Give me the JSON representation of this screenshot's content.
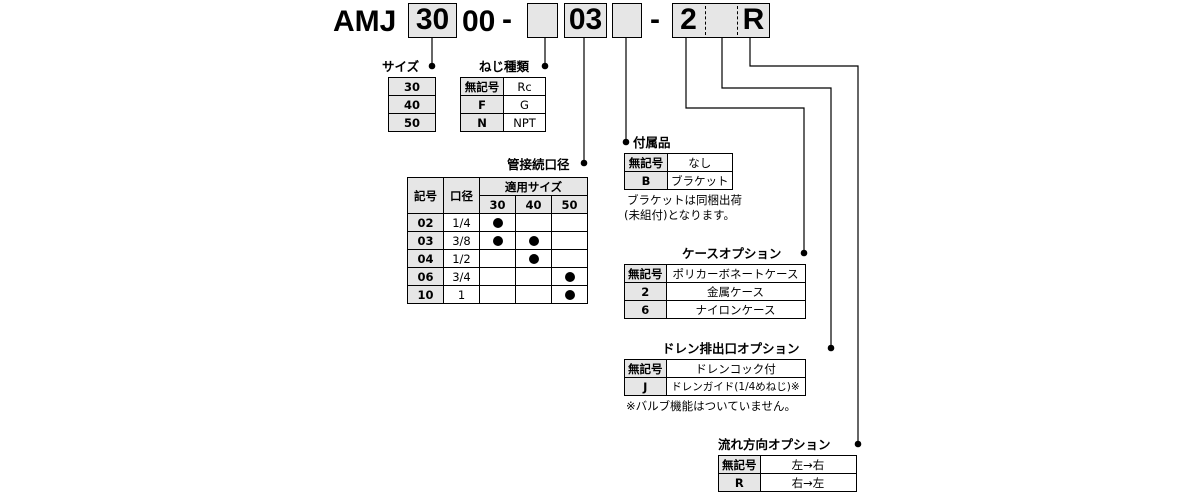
{
  "code": {
    "prefix": "AMJ",
    "size": "30",
    "fixed": "00",
    "dash1": "-",
    "thread": "",
    "port": "03",
    "accessory": "",
    "dash2": "-",
    "case": "2",
    "drain": "",
    "flow": "R"
  },
  "size_option": {
    "label": "サイズ",
    "rows": [
      "30",
      "40",
      "50"
    ]
  },
  "thread_type": {
    "label": "ねじ種類",
    "rows": [
      {
        "symbol": "無記号",
        "value": "Rc"
      },
      {
        "symbol": "F",
        "value": "G"
      },
      {
        "symbol": "N",
        "value": "NPT"
      }
    ]
  },
  "port_size": {
    "label": "管接続口径",
    "headers": {
      "symbol": "記号",
      "port": "口径",
      "applicable": "適用サイズ"
    },
    "sizes": [
      "30",
      "40",
      "50"
    ],
    "rows": [
      {
        "symbol": "02",
        "port": "1/4",
        "marks": [
          true,
          false,
          false
        ]
      },
      {
        "symbol": "03",
        "port": "3/8",
        "marks": [
          true,
          true,
          false
        ]
      },
      {
        "symbol": "04",
        "port": "1/2",
        "marks": [
          false,
          true,
          false
        ]
      },
      {
        "symbol": "06",
        "port": "3/4",
        "marks": [
          false,
          false,
          true
        ]
      },
      {
        "symbol": "10",
        "port": "1",
        "marks": [
          false,
          false,
          true
        ]
      }
    ]
  },
  "accessory": {
    "label": "付属品",
    "rows": [
      {
        "symbol": "無記号",
        "value": "なし"
      },
      {
        "symbol": "B",
        "value": "ブラケット"
      }
    ],
    "note1": "ブラケットは同梱出荷",
    "note2": "(未組付)となります。"
  },
  "case_option": {
    "label": "ケースオプション",
    "rows": [
      {
        "symbol": "無記号",
        "value": "ポリカーボネートケース"
      },
      {
        "symbol": "2",
        "value": "金属ケース"
      },
      {
        "symbol": "6",
        "value": "ナイロンケース"
      }
    ]
  },
  "drain_option": {
    "label": "ドレン排出口オプション",
    "rows": [
      {
        "symbol": "無記号",
        "value": "ドレンコック付"
      },
      {
        "symbol": "J",
        "value": "ドレンガイド(1/4めねじ)※"
      }
    ],
    "note": "※バルブ機能はついていません。"
  },
  "flow_option": {
    "label": "流れ方向オプション",
    "rows": [
      {
        "symbol": "無記号",
        "value": "左→右"
      },
      {
        "symbol": "R",
        "value": "右→左"
      }
    ]
  }
}
